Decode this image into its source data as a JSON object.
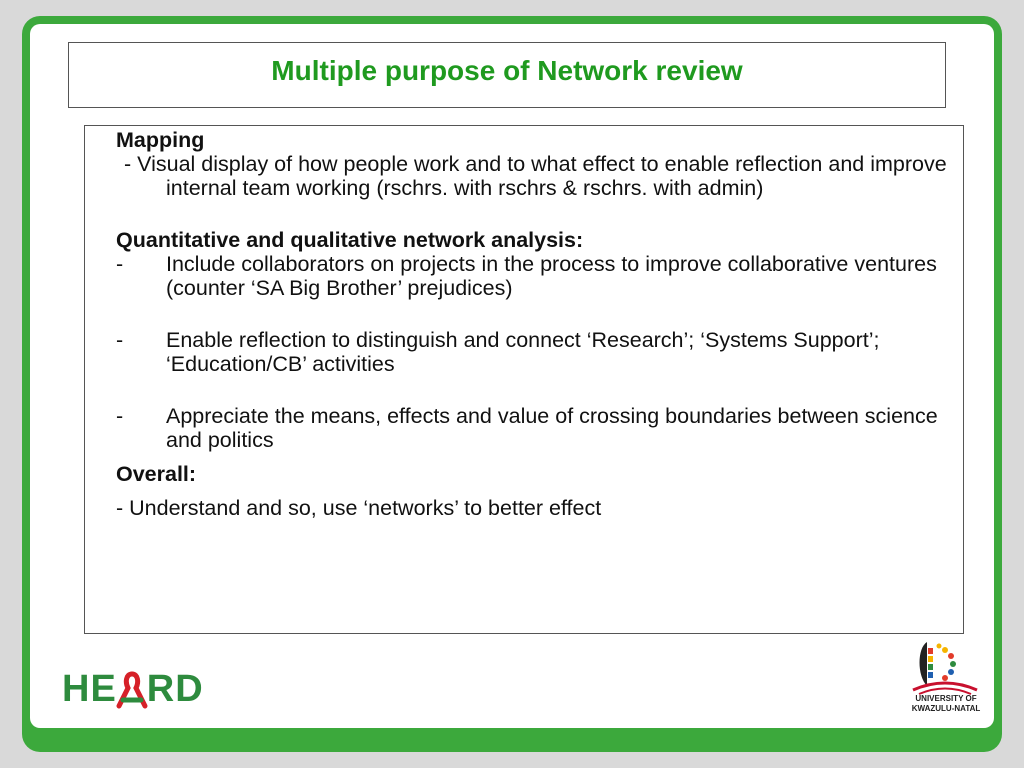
{
  "slide": {
    "title": "Multiple purpose of Network review"
  },
  "content": {
    "mapping_heading": "Mapping",
    "mapping_text": "- Visual display of how people work and to what effect to enable reflection and improve internal team working (rschrs. with rschrs & rschrs. with admin)",
    "analysis_heading": "Quantitative and qualitative network analysis:",
    "bullets": [
      "Include collaborators on projects in the process to improve collaborative ventures (counter ‘SA Big Brother’ prejudices)",
      "Enable reflection to distinguish and connect ‘Research’; ‘Systems Support’; ‘Education/CB’ activities",
      "Appreciate the means, effects and value of crossing  boundaries between science and politics"
    ],
    "bullet_marker": "-",
    "overall_heading": "Overall:",
    "overall_text": "- Understand and so, use ‘networks’ to better effect"
  },
  "logos": {
    "heard_left": "HE",
    "heard_right": "RD",
    "ukzn_line1": "UNIVERSITY OF",
    "ukzn_line2": "KWAZULU-NATAL"
  },
  "colors": {
    "frame_green": "#3ca93c",
    "title_green": "#1f9a1f",
    "ribbon_red": "#d62028"
  }
}
